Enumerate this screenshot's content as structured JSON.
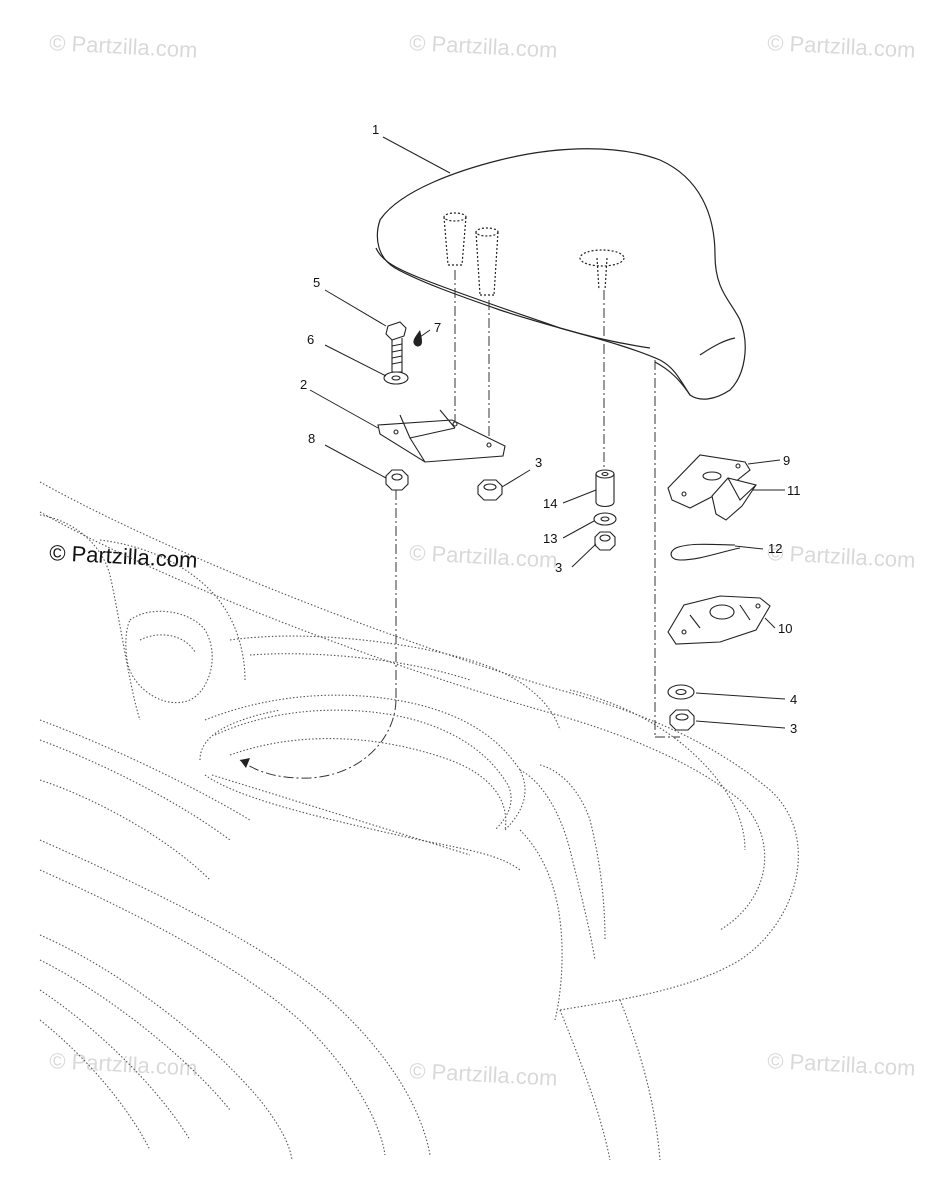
{
  "watermark": {
    "text": "© Partzilla.com"
  },
  "callouts": {
    "c1": "1",
    "c2": "2",
    "c3a": "3",
    "c3b": "3",
    "c3c": "3",
    "c4": "4",
    "c5": "5",
    "c6": "6",
    "c7": "7",
    "c8": "8",
    "c9": "9",
    "c10": "10",
    "c11": "11",
    "c12": "12",
    "c13": "13",
    "c14": "14"
  }
}
